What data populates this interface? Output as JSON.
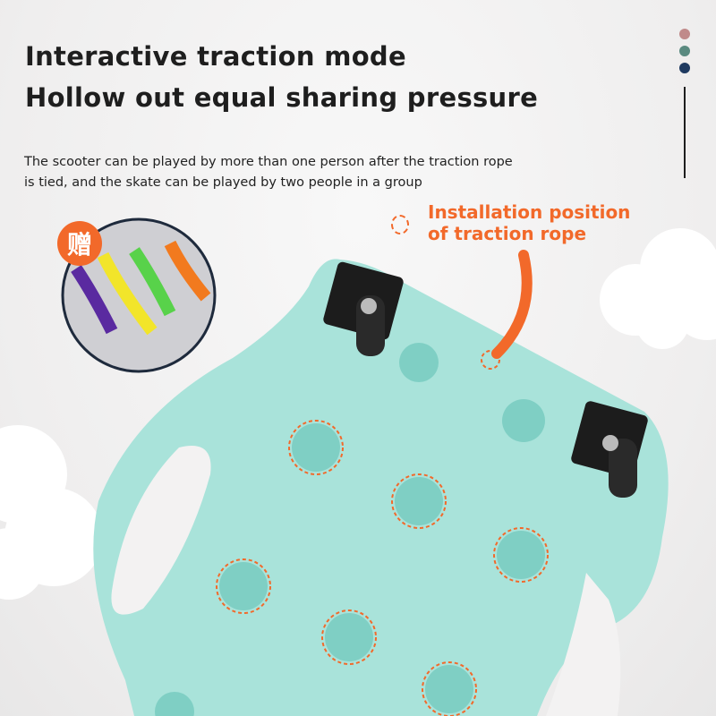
{
  "heading": {
    "line1": "Interactive traction mode",
    "line2": "Hollow out equal sharing pressure"
  },
  "description": {
    "line1": "The scooter can be played by more than one person after the traction rope",
    "line2": "is tied, and the skate can be played by two people in a group"
  },
  "callout": {
    "line1": "Installation position",
    "line2": "of traction rope"
  },
  "gift_badge": "赠",
  "colors": {
    "accent": "#f2692a",
    "board": "#a9e3da",
    "dot1": "#c08a8a",
    "dot2": "#5a8a80",
    "dot3": "#1f3a60"
  }
}
